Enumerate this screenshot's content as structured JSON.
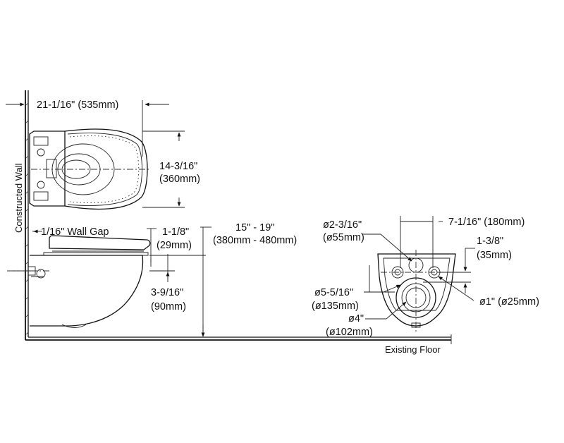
{
  "colors": {
    "line": "#111111",
    "background": "#ffffff"
  },
  "labels": {
    "top_width": "21-1/16\" (535mm)",
    "seat_depth_in": "14-3/16\"",
    "seat_depth_mm": "(360mm)",
    "constructed_wall": "Constructed Wall",
    "wall_gap": "1/16\" Wall Gap",
    "lid_in": "1-1/8\"",
    "lid_mm": "(29mm)",
    "height_range_in": "15\" - 19\"",
    "height_range_mm": "(380mm - 480mm)",
    "drop_in": "3-9/16\"",
    "drop_mm": "(90mm)",
    "inlet_dia_in": "ø2-3/16\"",
    "inlet_dia_mm": "(ø55mm)",
    "mount_spacing": "7-1/16\" (180mm)",
    "mount_offset_in": "1-3/8\"",
    "mount_offset_mm": "(35mm)",
    "outlet_outer_in": "ø5-5/16\"",
    "outlet_outer_mm": "(ø135mm)",
    "bolt_dia": "ø1\" (ø25mm)",
    "outlet_inner_in": "ø4\"",
    "outlet_inner_mm": "(ø102mm)",
    "existing_floor": "Existing Floor"
  }
}
